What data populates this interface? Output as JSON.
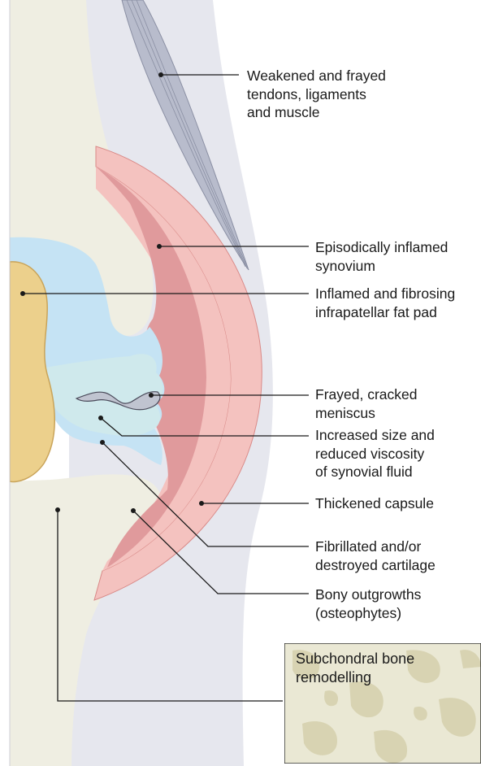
{
  "labels": {
    "tendons": [
      "Weakened and frayed",
      "tendons, ligaments",
      "and muscle"
    ],
    "synovium": [
      "Episodically inflamed",
      "synovium"
    ],
    "fat_pad": [
      "Inflamed and fibrosing",
      "infrapatellar fat pad"
    ],
    "meniscus": [
      "Frayed, cracked",
      "meniscus"
    ],
    "synovial_fluid": [
      "Increased size and",
      "reduced viscosity",
      "of synovial fluid"
    ],
    "capsule": [
      "Thickened capsule"
    ],
    "cartilage": [
      "Fibrillated and/or",
      "destroyed cartilage"
    ],
    "osteophytes": [
      "Bony outgrowths",
      "(osteophytes)"
    ],
    "subchondral": [
      "Subchondral bone",
      "remodelling"
    ]
  },
  "colors": {
    "soft_tissue": "#e6e7ee",
    "bone": "#efeee2",
    "capsule": "#f4c2bf",
    "synovium": "#e09a9c",
    "fluid": "#c5e3f4",
    "cartilage": "#cfe9ec",
    "fat_pad": "#ecd08c",
    "muscle": "#b8bccc",
    "leader": "#1a1a1a"
  }
}
